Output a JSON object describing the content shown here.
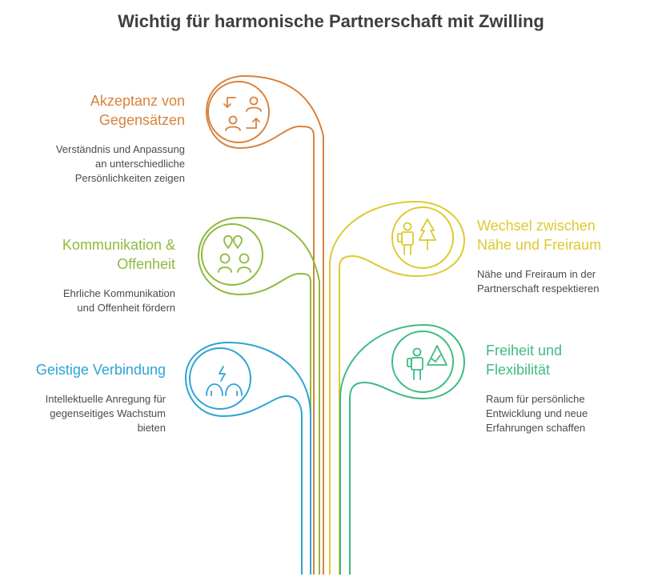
{
  "title": "Wichtig für harmonische Partnerschaft mit Zwilling",
  "colors": {
    "orange": "#d9823b",
    "green": "#8dbb3c",
    "blue": "#2ba4d4",
    "yellow": "#ddca2f",
    "teal": "#3dbb83"
  },
  "items": [
    {
      "heading_line1": "Akzeptanz von",
      "heading_line2": "Gegensätzen",
      "desc_line1": "Verständnis und Anpassung",
      "desc_line2": "an unterschiedliche",
      "desc_line3": "Persönlichkeiten zeigen",
      "icon": "exchange-people-icon"
    },
    {
      "heading_line1": "Kommunikation &",
      "heading_line2": "Offenheit",
      "desc_line1": "Ehrliche Kommunikation",
      "desc_line2": "und Offenheit fördern",
      "icon": "conversation-icon"
    },
    {
      "heading_line1": "Geistige Verbindung",
      "desc_line1": "Intellektuelle Anregung für",
      "desc_line2": "gegenseitiges Wachstum",
      "desc_line3": "bieten",
      "icon": "mind-connection-icon"
    },
    {
      "heading_line1": "Wechsel zwischen",
      "heading_line2": "Nähe und Freiraum",
      "desc_line1": "Nähe und Freiraum in der",
      "desc_line2": "Partnerschaft respektieren",
      "icon": "hiker-tree-icon"
    },
    {
      "heading_line1": "Freiheit und",
      "heading_line2": "Flexibilität",
      "desc_line1": "Raum für persönliche",
      "desc_line2": "Entwicklung und neue",
      "desc_line3": "Erfahrungen schaffen",
      "icon": "hiker-mountain-icon"
    }
  ]
}
